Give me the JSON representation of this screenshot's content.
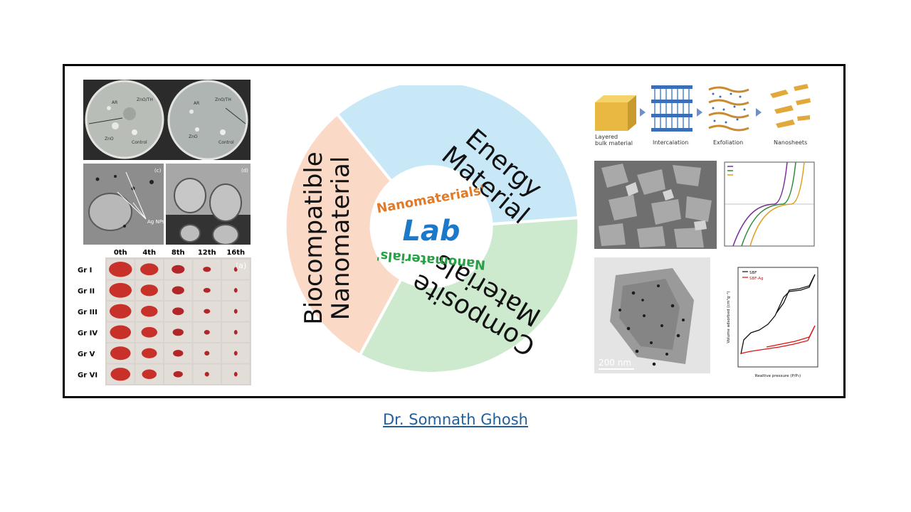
{
  "wheel": {
    "center_top": "Nanomaterials'",
    "center_main": "Lab",
    "center_bottom": "Nanomaterials'",
    "segments": [
      {
        "name": "Energy Material",
        "line1": "Energy",
        "line2": "Material",
        "color": "#c9e8f7"
      },
      {
        "name": "Composite Materials",
        "line1": "Composite",
        "line2": "Materials",
        "color": "#cdeacf"
      },
      {
        "name": "Biocompatible Nanomaterial",
        "line1": "Biocompatible",
        "line2": "Nanomaterial",
        "color": "#fad9c6"
      }
    ],
    "colors": {
      "center_top": "#e07b2a",
      "center_main": "#1c78c8",
      "center_bottom": "#27a046"
    }
  },
  "left_panel": {
    "wound_columns": [
      "0th",
      "4th",
      "8th",
      "12th",
      "16th"
    ],
    "wound_rows": [
      "Gr I",
      "Gr II",
      "Gr III",
      "Gr IV",
      "Gr V",
      "Gr VI"
    ],
    "panel_label": "(a)",
    "tem_labels": [
      "(c)",
      "(d)"
    ],
    "tem_annotation": "Ag NPs"
  },
  "right_panel": {
    "exfoliation_labels": [
      "Layered bulk material",
      "Intercalation",
      "Exfoliation",
      "Nanosheets"
    ],
    "tem_scale": "200 nm",
    "isotherm_legend": [
      "SBF",
      "SBF-Ag"
    ],
    "isotherm_xlabel": "Realtive pressure (P/P₀)",
    "isotherm_ylabel": "Volume adsorbed (cm³g⁻¹)"
  },
  "author": "Dr. Somnath Ghosh"
}
